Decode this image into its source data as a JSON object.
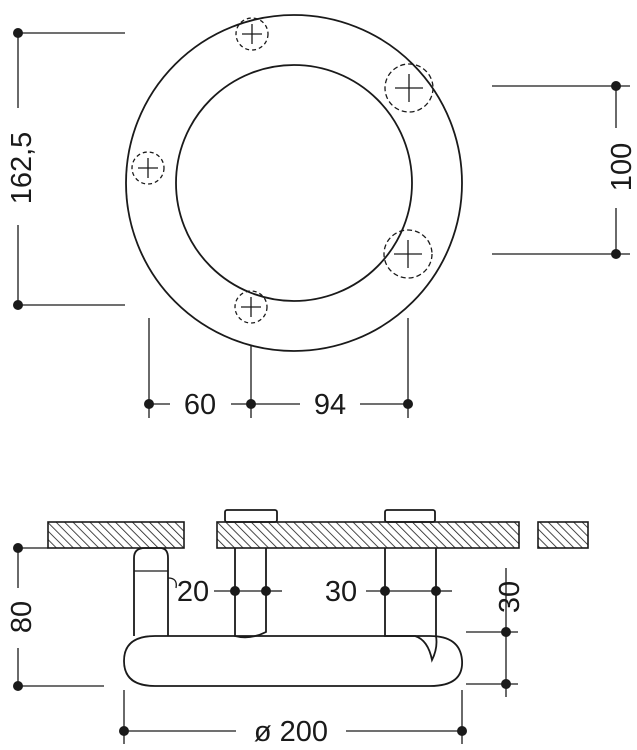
{
  "dimensions": {
    "top_height": "162,5",
    "hole_spacing": "100",
    "offset_left": "60",
    "offset_right": "94",
    "side_height": "80",
    "pipe_left": "20",
    "pipe_right": "30",
    "ring_thickness": "30",
    "diameter": "ø 200"
  },
  "icons": {
    "screw": "screw-head-icon",
    "hatch": "wall-hatch"
  },
  "colors": {
    "ink": "#1a1a1a",
    "background": "#ffffff"
  }
}
